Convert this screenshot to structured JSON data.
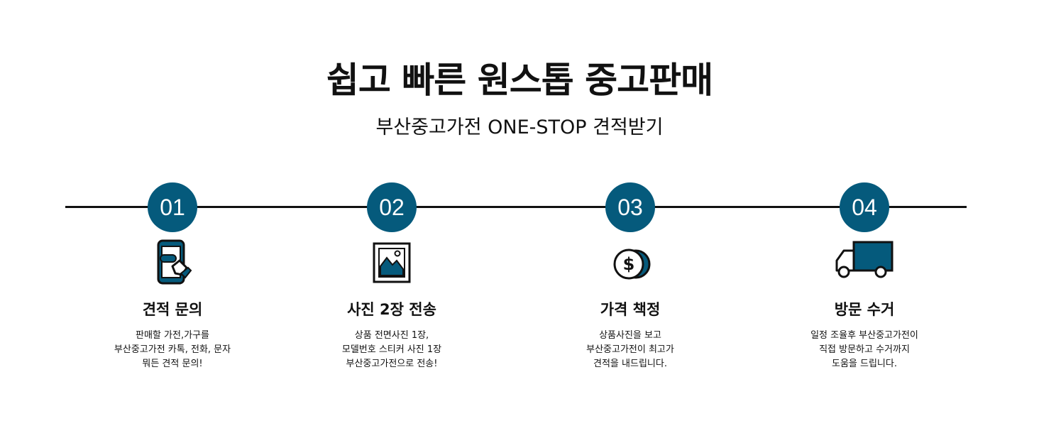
{
  "header": {
    "title": "쉽고 빠른 원스톱 중고판매",
    "subtitle": "부산중고가전 ONE-STOP 견적받기"
  },
  "colors": {
    "accent": "#055a7c",
    "line": "#111111"
  },
  "steps": [
    {
      "number": "01",
      "icon": "phone-touch-icon",
      "title": "견적 문의",
      "lines": [
        "판매할 가전,가구를",
        "부산중고가전 카톡, 전화, 문자",
        "뭐든 견적 문의!"
      ]
    },
    {
      "number": "02",
      "icon": "photo-icon",
      "title": "사진 2장 전송",
      "lines": [
        "상품 전면사진 1장,",
        "모델번호 스티커 사진 1장",
        "부산중고가전으로 전송!"
      ]
    },
    {
      "number": "03",
      "icon": "coin-dollar-icon",
      "title": "가격 책정",
      "lines": [
        "상품사진을 보고",
        "부산중고가전이 최고가",
        "견적을 내드립니다."
      ]
    },
    {
      "number": "04",
      "icon": "truck-icon",
      "title": "방문 수거",
      "lines": [
        "일정 조율후 부산중고가전이",
        "직접 방문하고 수거까지",
        "도움을 드립니다."
      ]
    }
  ]
}
